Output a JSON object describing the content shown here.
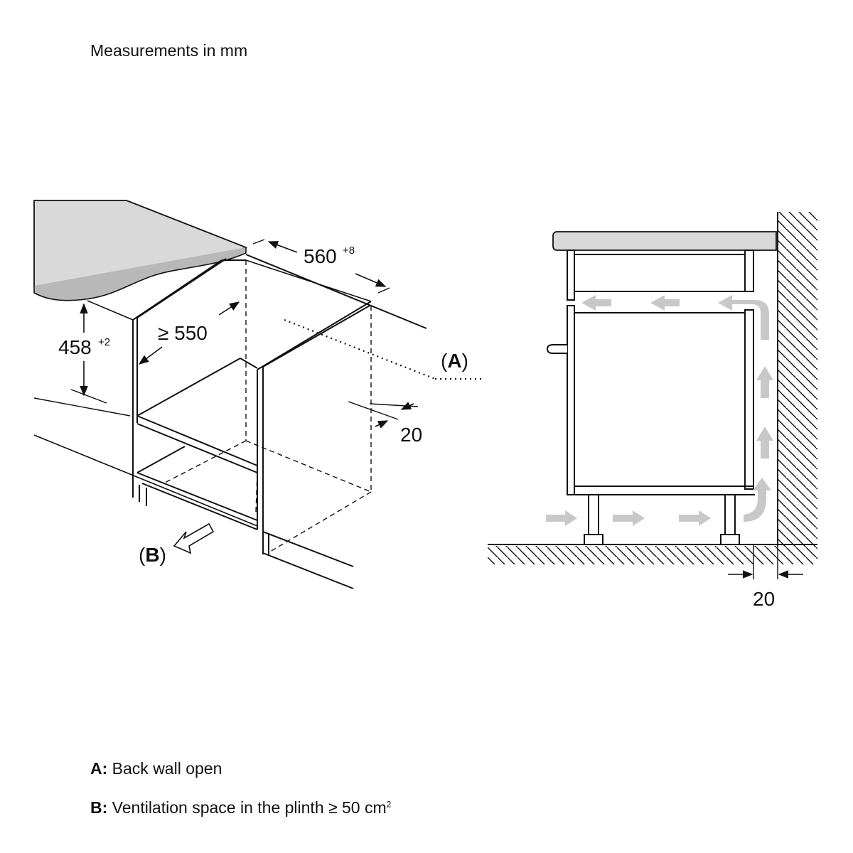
{
  "header": {
    "units_note": "Measurements in mm"
  },
  "dimensions": {
    "width": {
      "value": "560",
      "tolerance": "+8"
    },
    "depth": {
      "value": "≥ 550"
    },
    "height": {
      "value": "458",
      "tolerance": "+2"
    },
    "gap_side": {
      "value": "20"
    },
    "gap_wall": {
      "value": "20"
    }
  },
  "callouts": {
    "a": {
      "open": "(",
      "letter": "A",
      "close": ")"
    },
    "b": {
      "open": "(",
      "letter": "B",
      "close": ")"
    }
  },
  "legend": {
    "a": {
      "key": "A:",
      "text": "Back wall open"
    },
    "b": {
      "key": "B:",
      "text": "Ventilation space in the plinth ≥ 50 cm",
      "sup": "2"
    }
  },
  "colors": {
    "line": "#111111",
    "worktop": "#d9d9d9",
    "airflow": "#c8c8c8"
  }
}
